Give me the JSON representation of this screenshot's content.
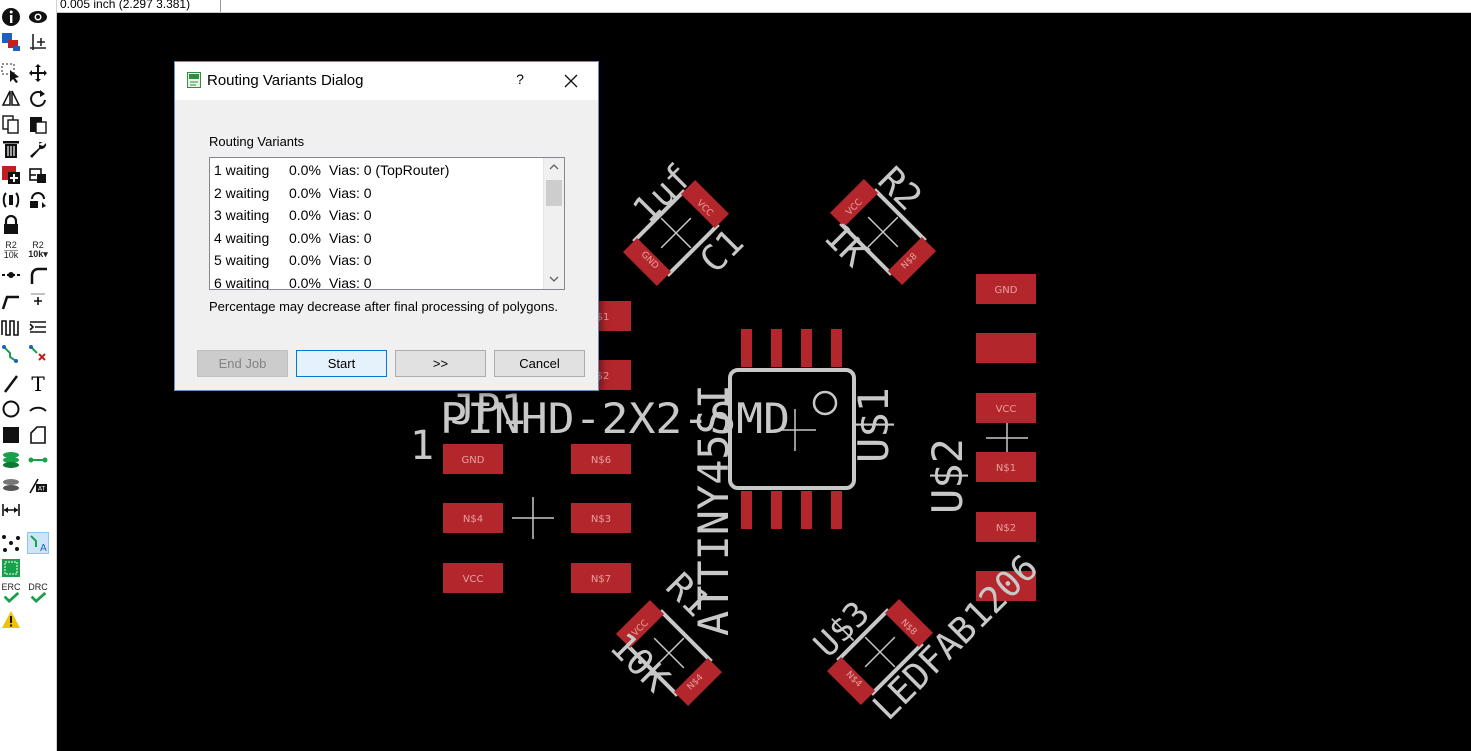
{
  "status_bar": {
    "coordinates": "0.005 inch (2.297 3.381)"
  },
  "toolbar": {
    "r2_label_a": "R2",
    "r2_value_a": "10k",
    "r2_label_b": "R2",
    "r2_value_b": "10k▾",
    "text_tool": "T",
    "erc_label": "ERC",
    "drc_label": "DRC"
  },
  "dialog": {
    "title": "Routing Variants Dialog",
    "help": "?",
    "group_label": "Routing Variants",
    "rows": [
      {
        "id": "1 waiting",
        "percent": "0.0%",
        "vias": "Vias: 0 (TopRouter)"
      },
      {
        "id": "2 waiting",
        "percent": "0.0%",
        "vias": "Vias: 0"
      },
      {
        "id": "3 waiting",
        "percent": "0.0%",
        "vias": "Vias: 0"
      },
      {
        "id": "4 waiting",
        "percent": "0.0%",
        "vias": "Vias: 0"
      },
      {
        "id": "5 waiting",
        "percent": "0.0%",
        "vias": "Vias: 0"
      },
      {
        "id": "6 waiting",
        "percent": "0.0%",
        "vias": "Vias: 0"
      }
    ],
    "note": "Percentage may decrease after final processing of polygons.",
    "buttons": {
      "end_job": "End Job",
      "start": "Start",
      "next": ">>",
      "cancel": "Cancel"
    }
  },
  "board": {
    "colors": {
      "background": "#000000",
      "pad": "#b3262c",
      "silk": "#c8c8c8"
    },
    "labels": {
      "header_name": "JP1",
      "header_value": "PINHD-2X2-SMD",
      "pin1_marker": "1",
      "mcu_name": "U$1",
      "mcu_value": "ATTINY45SI",
      "u2_name": "U$2",
      "u3_name": "U$3",
      "u3_value": "LEDFAB1206",
      "c1_name": "C1",
      "c1_value": "1uf",
      "r2_name": "R2",
      "r2_value": "1K",
      "r1_name": "R1",
      "r1_value": "10K"
    },
    "pads": {
      "jp1_gnd": "GND",
      "jp1_n6": "N$6",
      "jp1_n4": "N$4",
      "jp1_n3": "N$3",
      "jp1_vcc": "VCC",
      "jp1_n7": "N$7",
      "jp1_top1": "$1",
      "jp1_top2": "$2",
      "c1_vcc": "VCC",
      "c1_gnd": "GND",
      "r2_vcc": "VCC",
      "r2_n8": "N$8",
      "u2_gnd": "GND",
      "u2_vcc": "VCC",
      "u2_n1": "N$1",
      "u2_n2": "N$2",
      "r1_vcc": "VCC",
      "r1_n4": "N$4",
      "u3_n8": "N$8",
      "u3_n4": "N$4"
    }
  }
}
